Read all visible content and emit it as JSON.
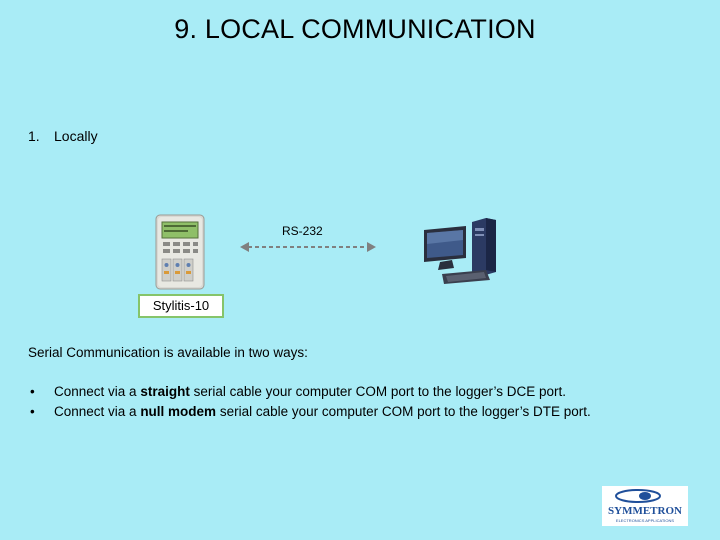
{
  "title": "9. LOCAL COMMUNICATION",
  "section": {
    "number": "1.",
    "label": "Locally"
  },
  "diagram": {
    "device_label": "Stylitis-10",
    "link_label": "RS-232",
    "icons": [
      "data-logger-device-icon",
      "desktop-computer-icon",
      "dashed-double-arrow-icon"
    ]
  },
  "intro": "Serial Communication is available in two ways:",
  "bullets": [
    {
      "before": "Connect via a ",
      "bold": "straight",
      "after": " serial cable your computer COM port to the logger’s DCE port."
    },
    {
      "before": "Connect via a ",
      "bold": "null modem",
      "after": " serial cable your computer COM port to the logger’s DTE port."
    }
  ],
  "logo": {
    "line1": "SYMMETRON",
    "line2": "ELECTRONICS APPLICATIONS"
  },
  "colors": {
    "background": "#a9ecf6",
    "label_border": "#86c46a",
    "arrow": "#808080",
    "logo_blue": "#1f4f9a"
  }
}
